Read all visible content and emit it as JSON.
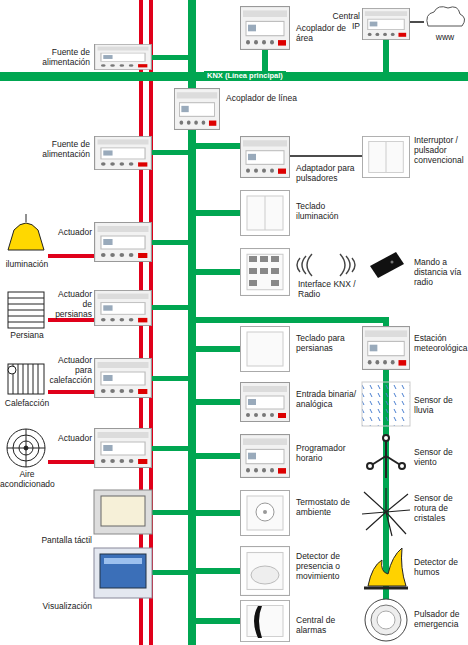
{
  "diagram": {
    "nodes": [
      {
        "text": [
          "Acoplador de área"
        ]
      },
      {
        "text": [
          "Central IP"
        ]
      },
      {
        "text": [
          "www"
        ]
      },
      {
        "text": [
          "Fuente de alimentación"
        ]
      },
      {
        "text": [
          "Acoplador de línea"
        ]
      },
      {
        "text": [
          "Fuente de alimentación"
        ]
      },
      {
        "text": [
          "Adaptador para pulsadores"
        ]
      },
      {
        "text": [
          "Interruptor / pulsador convencional"
        ]
      },
      {
        "text": [
          "Actuador"
        ]
      },
      {
        "text": [
          "iluminación"
        ]
      },
      {
        "text": [
          "Teclado iluminación"
        ]
      },
      {
        "text": [
          "Interface KNX / Radio"
        ]
      },
      {
        "text": [
          "Mando a distancia vía radio"
        ]
      },
      {
        "text": [
          "Persiana"
        ]
      },
      {
        "text": [
          "Actuador de persianas"
        ]
      },
      {
        "text": [
          "Teclado para persianas"
        ]
      },
      {
        "text": [
          "Estación meteorológica"
        ]
      },
      {
        "text": [
          "Calefacción"
        ]
      },
      {
        "text": [
          "Actuador para calefacción"
        ]
      },
      {
        "text": [
          "Entrada binaria/ analógica"
        ]
      },
      {
        "text": [
          "Sensor de lluvia"
        ]
      },
      {
        "text": [
          "Aire acondicionado"
        ]
      },
      {
        "text": [
          "Actuador"
        ]
      },
      {
        "text": [
          "Programador horario"
        ]
      },
      {
        "text": [
          "Sensor de viento"
        ]
      },
      {
        "text": [
          "Pantalla táctil"
        ]
      },
      {
        "text": [
          "Termostato de ambiente"
        ]
      },
      {
        "text": [
          "Sensor de rotura de cristales"
        ]
      },
      {
        "text": [
          "Visualización"
        ]
      },
      {
        "text": [
          "Detector de presencia o movimiento"
        ]
      },
      {
        "text": [
          "Detector de humos"
        ]
      },
      {
        "text": [
          "Central de alarmas"
        ]
      },
      {
        "text": [
          "Pulsador de emergencia"
        ]
      }
    ],
    "edges": [
      {
        "from": 8,
        "to": 9,
        "arrow": "none"
      },
      {
        "from": 14,
        "to": 13,
        "arrow": "none"
      },
      {
        "from": 18,
        "to": 17,
        "arrow": "none"
      },
      {
        "from": 22,
        "to": 21,
        "arrow": "none"
      },
      {
        "from": 6,
        "to": 7,
        "arrow": "none"
      },
      {
        "from": 1,
        "to": 2,
        "arrow": "none"
      }
    ],
    "labels": [
      "KNX (Línea principal)"
    ]
  }
}
